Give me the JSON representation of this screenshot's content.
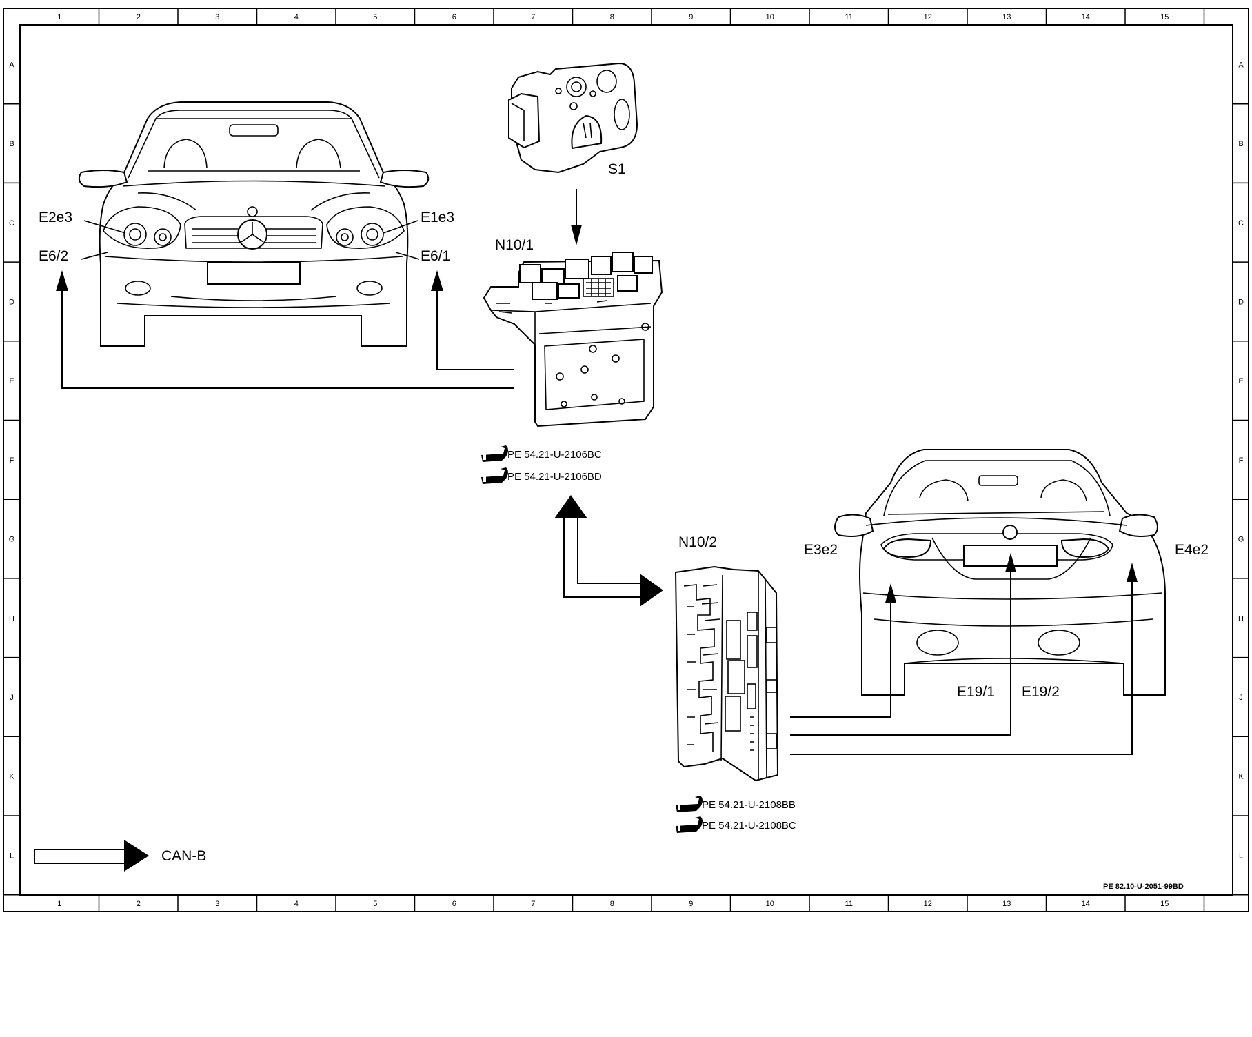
{
  "diagram": {
    "column_numbers": [
      "1",
      "2",
      "3",
      "4",
      "5",
      "6",
      "7",
      "8",
      "9",
      "10",
      "11",
      "12",
      "13",
      "14",
      "15"
    ],
    "row_letters": [
      "A",
      "B",
      "C",
      "D",
      "E",
      "F",
      "G",
      "H",
      "J",
      "K",
      "L"
    ],
    "components": {
      "switch": "S1",
      "front_sam": "N10/1",
      "rear_sam": "N10/2",
      "headlamp_left": "E2e3",
      "headlamp_right": "E1e3",
      "fog_left": "E6/2",
      "fog_right": "E6/1",
      "tail_left": "E3e2",
      "tail_right": "E4e2",
      "plate_lamp_1": "E19/1",
      "plate_lamp_2": "E19/2"
    },
    "references": {
      "n10_1": [
        "PE 54.21-U-2106BC",
        "PE 54.21-U-2106BD"
      ],
      "n10_2": [
        "PE 54.21-U-2108BB",
        "PE 54.21-U-2108BC"
      ]
    },
    "legend": {
      "can_b": "CAN-B"
    },
    "document_number": "PE 82.10-U-2051-99BD",
    "colors": {
      "line": "#000000",
      "background": "#ffffff"
    }
  }
}
